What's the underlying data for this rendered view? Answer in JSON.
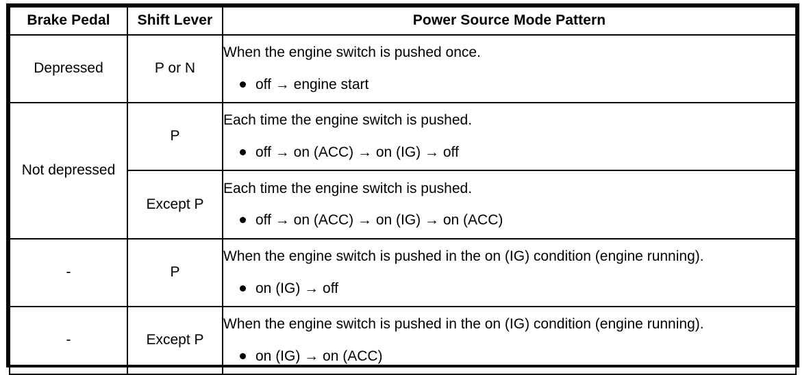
{
  "table": {
    "headers": {
      "brake_pedal": "Brake Pedal",
      "shift_lever": "Shift Lever",
      "power_source": "Power Source Mode Pattern"
    },
    "rows": [
      {
        "brake_pedal": "Depressed",
        "shift_lever": "P or N",
        "description": "When the engine switch is pushed once.",
        "sequence": "off → engine start"
      },
      {
        "brake_pedal": "Not depressed",
        "shift_lever": "P",
        "description": "Each time the engine switch is pushed.",
        "sequence": "off → on (ACC) → on (IG) → off"
      },
      {
        "brake_pedal": "",
        "shift_lever": "Except P",
        "description": "Each time the engine switch is pushed.",
        "sequence": "off → on (ACC) → on (IG) → on (ACC)"
      },
      {
        "brake_pedal": "-",
        "shift_lever": "P",
        "description": "When the engine switch is pushed in the on (IG) condition (engine running).",
        "sequence": "on (IG) → off"
      },
      {
        "brake_pedal": "-",
        "shift_lever": "Except P",
        "description": "When the engine switch is pushed in the on (IG) condition (engine running).",
        "sequence": "on (IG) → on (ACC)"
      }
    ]
  }
}
